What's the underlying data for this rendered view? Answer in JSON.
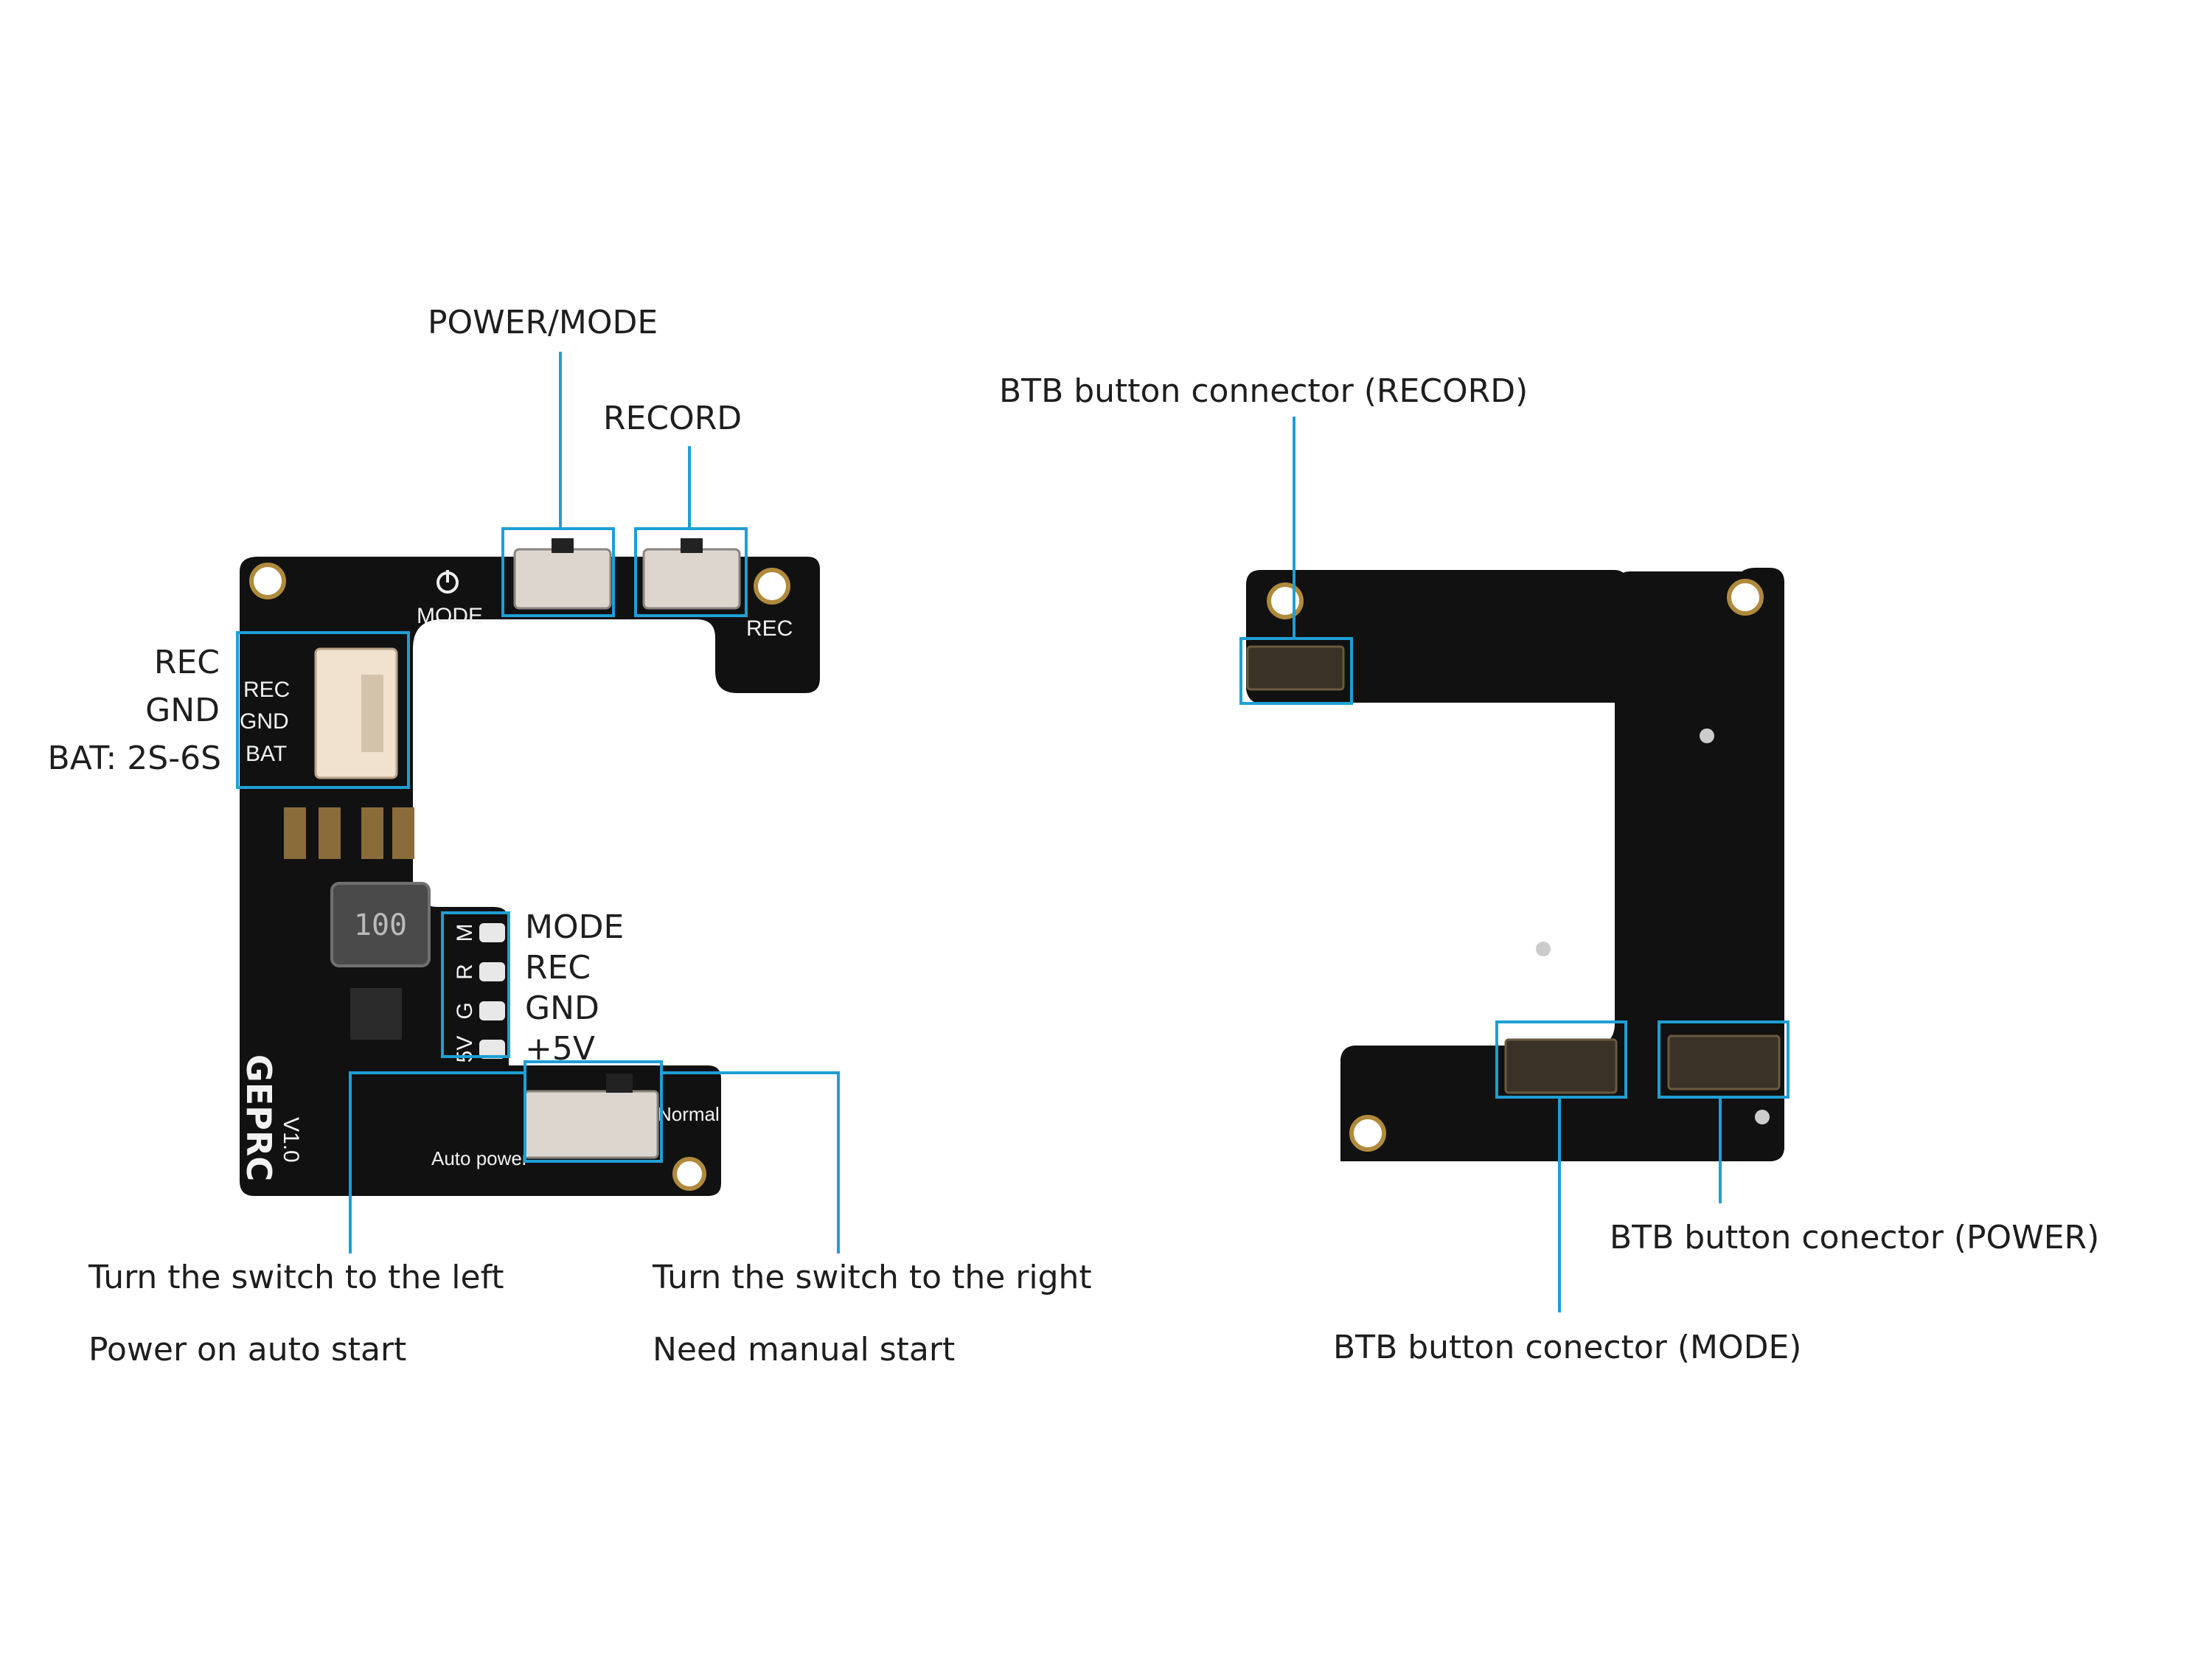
{
  "accent_color": "#1e9fd4",
  "pcb_color": "#111111",
  "front_board": {
    "callouts": {
      "power_mode": "POWER/MODE",
      "record": "RECORD",
      "rec": "REC",
      "gnd": "GND",
      "bat": "BAT: 2S-6S",
      "mode_pin": "MODE",
      "rec_pin": "REC",
      "gnd_pin": "GND",
      "v5_pin": "+5V",
      "switch_left_line1": "Turn the switch to the left",
      "switch_left_line2": "Power on auto start",
      "switch_right_line1": "Turn the switch to the right",
      "switch_right_line2": "Need manual start"
    },
    "silkscreen": {
      "mode": "MODE",
      "rec": "REC",
      "conn_rec": "REC",
      "conn_gnd": "GND",
      "conn_bat": "BAT",
      "pin_m": "M",
      "pin_r": "R",
      "pin_g": "G",
      "pin_5v": "5V",
      "inductor": "100",
      "brand": "GEPRC",
      "version": "V1.0",
      "auto_power": "Auto power",
      "normal": "Normal"
    }
  },
  "back_board": {
    "callouts": {
      "btb_record": "BTB button connector (RECORD)",
      "btb_power": "BTB button conector (POWER)",
      "btb_mode": "BTB button conector (MODE)"
    }
  }
}
